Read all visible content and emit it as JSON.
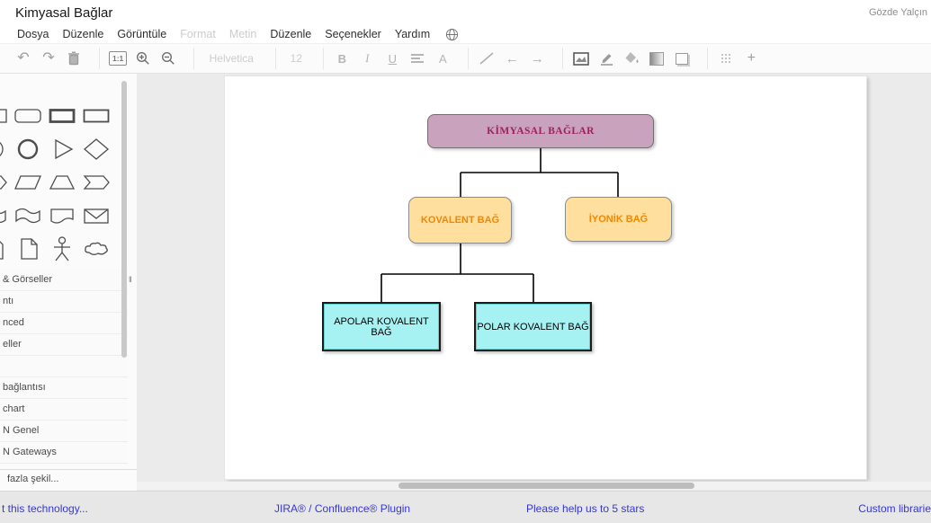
{
  "header": {
    "title": "Kimyasal Bağlar",
    "user": "Gözde Yalçın"
  },
  "menubar": {
    "items": [
      {
        "label": "Dosya",
        "enabled": true
      },
      {
        "label": "Düzenle",
        "enabled": true
      },
      {
        "label": "Görüntüle",
        "enabled": true
      },
      {
        "label": "Format",
        "enabled": false
      },
      {
        "label": "Metin",
        "enabled": false
      },
      {
        "label": "Düzenle",
        "enabled": true
      },
      {
        "label": "Seçenekler",
        "enabled": true
      },
      {
        "label": "Yardım",
        "enabled": true
      }
    ],
    "globe_icon": "globe-icon"
  },
  "toolbar": {
    "zoom_actual": "1:1",
    "font_name": "Helvetica",
    "font_size": "12",
    "bold": "B",
    "italic": "I",
    "underline": "U",
    "font_color": "A",
    "arrow_left": "←",
    "arrow_right": "→",
    "undo": "↶",
    "redo": "↷",
    "crosshair": "+",
    "icons": [
      "undo-icon",
      "redo-icon",
      "delete-icon",
      "zoom-actual-icon",
      "zoom-in-icon",
      "zoom-out-icon",
      "bold-button",
      "italic-button",
      "underline-button",
      "align-button",
      "font-color-button",
      "line-icon",
      "arrow-left-icon",
      "arrow-right-icon",
      "image-icon",
      "pencil-icon",
      "fill-color-icon",
      "gradient-icon",
      "shadow-icon",
      "grid-icon",
      "crosshair-icon"
    ]
  },
  "sidebar": {
    "collapse_handle": "‖",
    "shapes": [
      "rectangle",
      "rounded-rectangle",
      "bold-rectangle",
      "plain-rectangle",
      "circle-partial",
      "circle",
      "triangle",
      "diamond",
      "chevron-partial",
      "parallelogram",
      "trapezoid",
      "chevron",
      "tape-partial",
      "tape",
      "document",
      "envelope",
      "note-partial",
      "note",
      "actor",
      "cloud"
    ],
    "sections": [
      "& Görseller",
      "ntı",
      "nced",
      "eller",
      "",
      "bağlantısı",
      "chart",
      "N Genel",
      "N Gateways"
    ],
    "more_shapes_label": "fazla şekil..."
  },
  "diagram": {
    "nodes": [
      {
        "id": "root",
        "label": "KİMYASAL BAĞLAR",
        "fill": "#c9a2be",
        "text_color": "#9c2161",
        "border": "#6f6f6f",
        "shape": "rounded"
      },
      {
        "id": "kovalent",
        "label": "KOVALENT BAĞ",
        "fill": "#ffdf9e",
        "text_color": "#f08705",
        "border": "#8c8c8c",
        "shape": "rounded"
      },
      {
        "id": "iyonik",
        "label": "İYONİK BAĞ",
        "fill": "#ffdf9e",
        "text_color": "#f08705",
        "border": "#8c8c8c",
        "shape": "rounded"
      },
      {
        "id": "apolar",
        "label": "APOLAR KOVALENT BAĞ",
        "fill": "#a6f2f2",
        "text_color": "#000000",
        "border": "#1b1b1b",
        "shape": "rect"
      },
      {
        "id": "polar",
        "label": "POLAR KOVALENT BAĞ",
        "fill": "#a6f2f2",
        "text_color": "#000000",
        "border": "#1b1b1b",
        "shape": "rect"
      }
    ],
    "edges": [
      [
        "root",
        "kovalent"
      ],
      [
        "root",
        "iyonik"
      ],
      [
        "kovalent",
        "apolar"
      ],
      [
        "kovalent",
        "polar"
      ]
    ]
  },
  "statusbar": {
    "links": [
      "t this technology...",
      "JIRA® / Confluence® Plugin",
      "Please help us to 5 stars",
      "Custom libraries"
    ]
  },
  "colors": {
    "link": "#3636d9",
    "canvas_bg": "#ebebeb",
    "page_bg": "#ffffff",
    "disabled_text": "#cccccc"
  }
}
